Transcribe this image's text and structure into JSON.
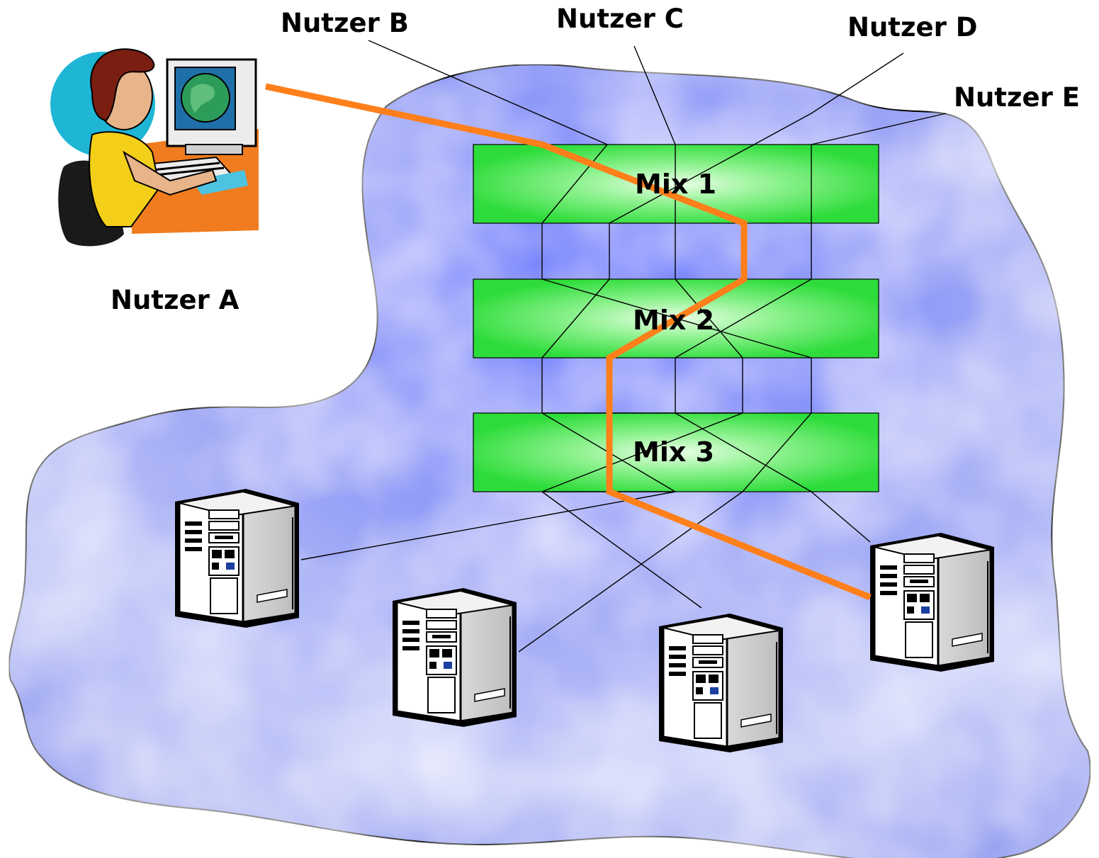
{
  "users": {
    "a": "Nutzer A",
    "b": "Nutzer B",
    "c": "Nutzer C",
    "d": "Nutzer D",
    "e": "Nutzer E"
  },
  "mixes": [
    "Mix 1",
    "Mix 2",
    "Mix 3"
  ],
  "colors": {
    "cloud": "#4f61ee",
    "mix_fill": "#33e84a",
    "route": "#ff7f1a"
  }
}
